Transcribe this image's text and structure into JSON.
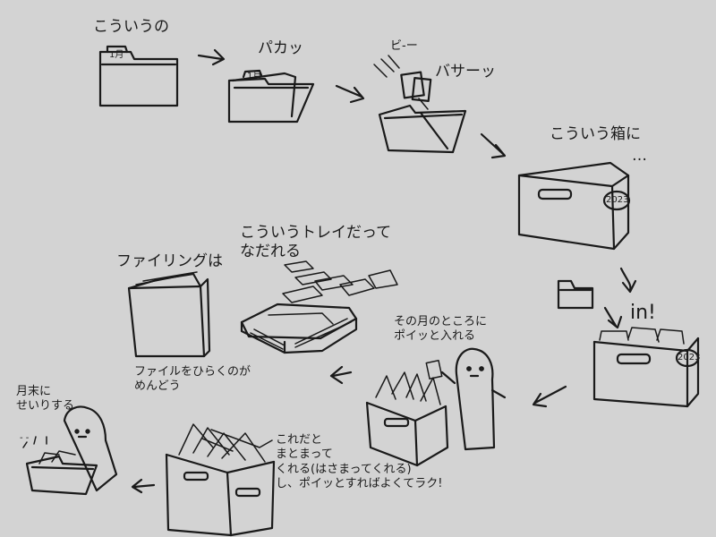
{
  "steps": {
    "folder_label": "こういうの",
    "folder_tab": "1月",
    "open_sound": "パカッ",
    "open_tab": "1月",
    "zip_sound": "ビ-ー",
    "dump_sound": "バサーッ",
    "box_label": "こういう箱に",
    "box_dots": "…",
    "box_tag": "2023",
    "in_label": "in!",
    "box2_tag": "2023",
    "throw_label": "その月のところに\nポイッと入れる",
    "tray_label": "こういうトレイだって\nなだれる",
    "filing_label": "ファイリングは",
    "binder_note": "ファイルをひらくのが\nめんどう",
    "box3_note": "これだと\nまとまって\nくれる(はさまってくれる)\nし、ポイッとすればよくてラク!",
    "month_end_label": "月末に\nせいりする",
    "sorter_marks": "- -"
  }
}
